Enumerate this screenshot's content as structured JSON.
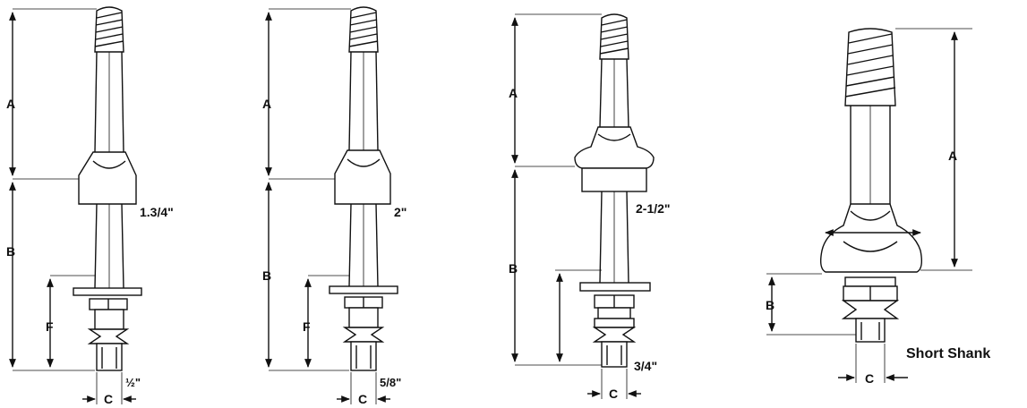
{
  "pin1": {
    "dim_a": "A",
    "dim_b": "B",
    "dim_f": "F",
    "dim_c": "C",
    "collar": "1.3/4\"",
    "thread": "½\""
  },
  "pin2": {
    "dim_a": "A",
    "dim_b": "B",
    "dim_f": "F",
    "dim_c": "C",
    "collar": "2\"",
    "thread": "5/8\""
  },
  "pin3": {
    "dim_a": "A",
    "dim_b": "B",
    "dim_c": "C",
    "collar": "2-1/2\"",
    "thread": "3/4\""
  },
  "pin4": {
    "dim_a": "A",
    "dim_b": "B",
    "dim_c": "C",
    "caption": "Short Shank"
  }
}
